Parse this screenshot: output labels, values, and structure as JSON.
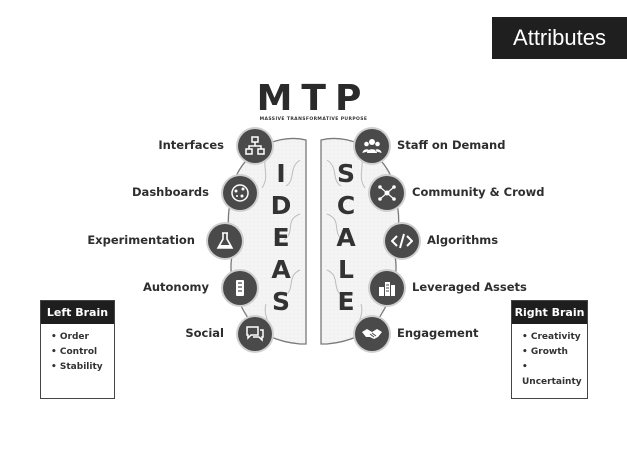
{
  "header": {
    "badge": "Attributes"
  },
  "title": {
    "main": "MTP",
    "subtitle": "MASSIVE TRANSFORMATIVE PURPOSE"
  },
  "left": {
    "word": [
      "I",
      "D",
      "E",
      "A",
      "S"
    ],
    "items": [
      {
        "label": "Interfaces",
        "icon": "flowchart-icon"
      },
      {
        "label": "Dashboards",
        "icon": "dashboard-icon"
      },
      {
        "label": "Experimentation",
        "icon": "flask-icon"
      },
      {
        "label": "Autonomy",
        "icon": "figure-icon"
      },
      {
        "label": "Social",
        "icon": "chat-icon"
      }
    ]
  },
  "right": {
    "word": [
      "S",
      "C",
      "A",
      "L",
      "E"
    ],
    "items": [
      {
        "label": "Staff on Demand",
        "icon": "people-icon"
      },
      {
        "label": "Community & Crowd",
        "icon": "network-icon"
      },
      {
        "label": "Algorithms",
        "icon": "code-icon"
      },
      {
        "label": "Leveraged Assets",
        "icon": "buildings-icon"
      },
      {
        "label": "Engagement",
        "icon": "handshake-icon"
      }
    ]
  },
  "left_brain": {
    "title": "Left Brain",
    "items": [
      "Order",
      "Control",
      "Stability"
    ]
  },
  "right_brain": {
    "title": "Right Brain",
    "items": [
      "Creativity",
      "Growth",
      "Uncertainty"
    ]
  }
}
